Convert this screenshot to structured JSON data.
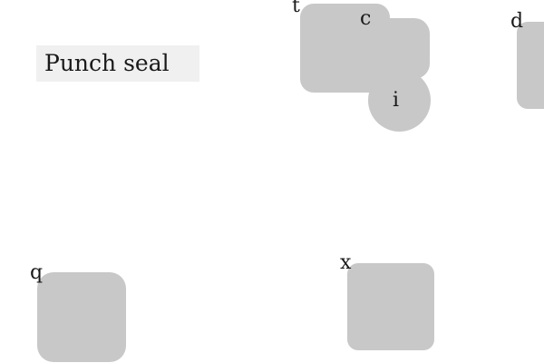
{
  "task": {
    "instruction": "Punch seal"
  },
  "shapes": [
    {
      "id": "t",
      "label": "t"
    },
    {
      "id": "c",
      "label": "c"
    },
    {
      "id": "i",
      "label": "i"
    },
    {
      "id": "d",
      "label": "d"
    },
    {
      "id": "q",
      "label": "q"
    },
    {
      "id": "x",
      "label": "x"
    }
  ],
  "colors": {
    "shape_fill": "#c8c8c8",
    "instruction_background": "#f0f0f0",
    "text": "#1a1a1a"
  }
}
